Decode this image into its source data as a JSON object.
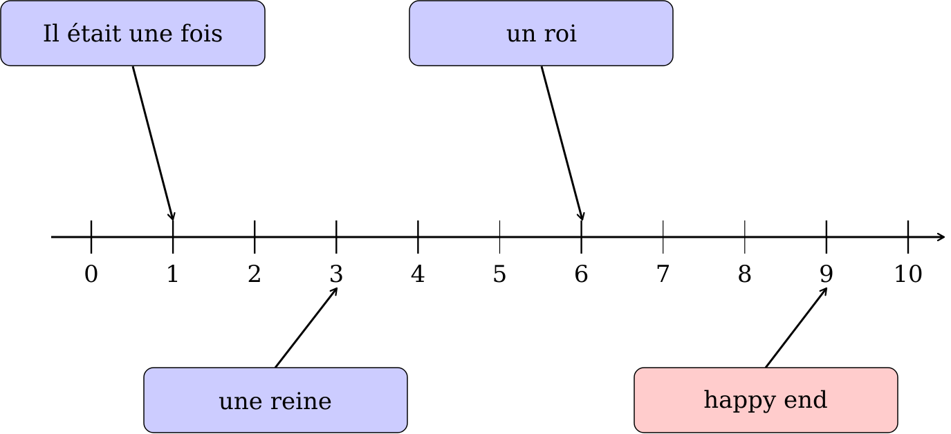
{
  "timeline": {
    "ticks": [
      "0",
      "1",
      "2",
      "3",
      "4",
      "5",
      "6",
      "7",
      "8",
      "9",
      "10"
    ],
    "tick_major": [
      true,
      true,
      true,
      true,
      true,
      false,
      true,
      false,
      false,
      true,
      true
    ]
  },
  "events": [
    {
      "id": "event-il-etait-une-fois",
      "label": "Il était une fois",
      "target": 1,
      "fill": "#ccccff"
    },
    {
      "id": "event-un-roi",
      "label": "un roi",
      "target": 6,
      "fill": "#ccccff"
    },
    {
      "id": "event-une-reine",
      "label": "une reine",
      "target": 3,
      "fill": "#ccccff"
    },
    {
      "id": "event-happy-end",
      "label": "happy end",
      "target": 9,
      "fill": "#ffcccc"
    }
  ],
  "colors": {
    "axis": "#000000",
    "box_stroke": "#000000"
  }
}
